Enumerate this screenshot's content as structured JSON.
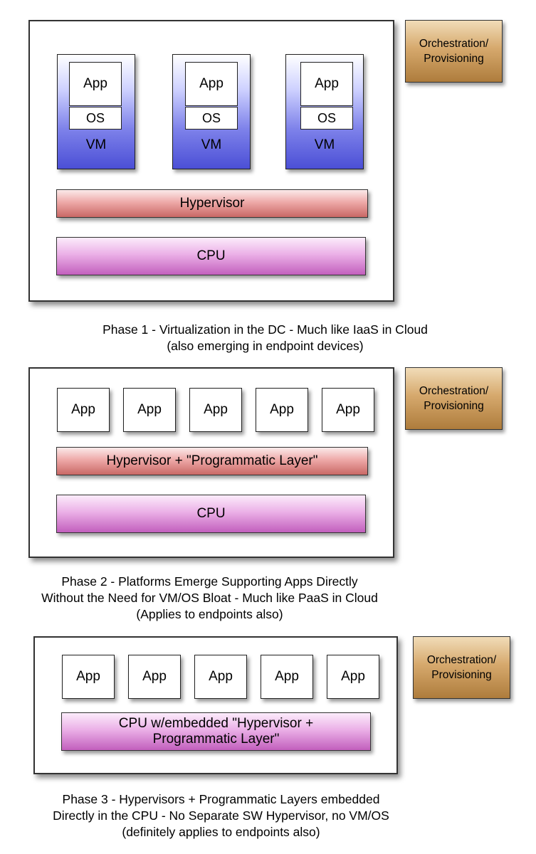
{
  "labels": {
    "app": "App",
    "os": "OS",
    "vm": "VM",
    "hypervisor": "Hypervisor",
    "cpu": "CPU",
    "orchestration_line1": "Orchestration/",
    "orchestration_line2": "Provisioning",
    "hypervisor_programmatic": "Hypervisor + \"Programmatic Layer\"",
    "cpu_embedded_line1": "CPU w/embedded \"Hypervisor +",
    "cpu_embedded_line2": "Programmatic Layer\""
  },
  "phases": [
    {
      "caption": [
        "Phase 1 - Virtualization in the DC - Much like IaaS in Cloud",
        "(also emerging in endpoint devices)"
      ]
    },
    {
      "caption": [
        "Phase 2 - Platforms Emerge Supporting Apps Directly",
        "Without the Need for VM/OS Bloat - Much like PaaS in Cloud",
        "(Applies to endpoints also)"
      ]
    },
    {
      "caption": [
        "Phase 3 - Hypervisors + Programmatic Layers embedded",
        "Directly in the CPU - No Separate SW Hypervisor, no VM/OS",
        "(definitely applies to endpoints also)"
      ]
    }
  ]
}
